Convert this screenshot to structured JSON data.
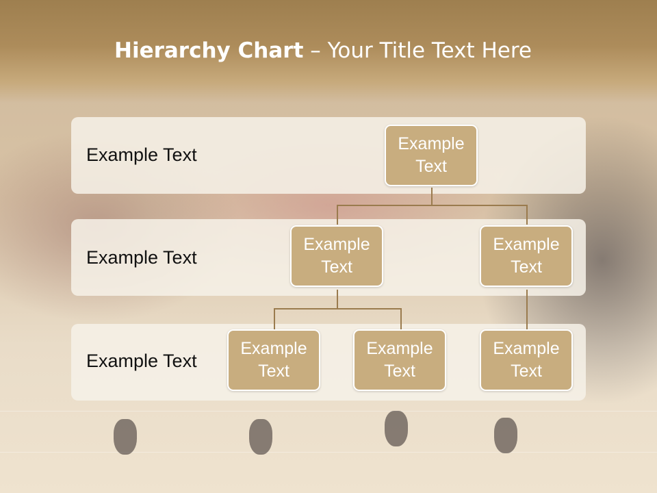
{
  "title": {
    "bold": "Hierarchy Chart",
    "rest": " – Your Title Text Here"
  },
  "levels": [
    {
      "label": "Example Text"
    },
    {
      "label": "Example Text"
    },
    {
      "label": "Example Text"
    }
  ],
  "nodes": {
    "root": {
      "line1": "Example",
      "line2": "Text"
    },
    "l2_left": {
      "line1": "Example",
      "line2": "Text"
    },
    "l2_right": {
      "line1": "Example",
      "line2": "Text"
    },
    "l3_a": {
      "line1": "Example",
      "line2": "Text"
    },
    "l3_b": {
      "line1": "Example",
      "line2": "Text"
    },
    "l3_c": {
      "line1": "Example",
      "line2": "Text"
    }
  },
  "colors": {
    "title_bar": "#ad8c5b",
    "node_fill": "#c8ad7f",
    "connector": "#9a7b4e",
    "band_fill": "#f6f1e8"
  }
}
